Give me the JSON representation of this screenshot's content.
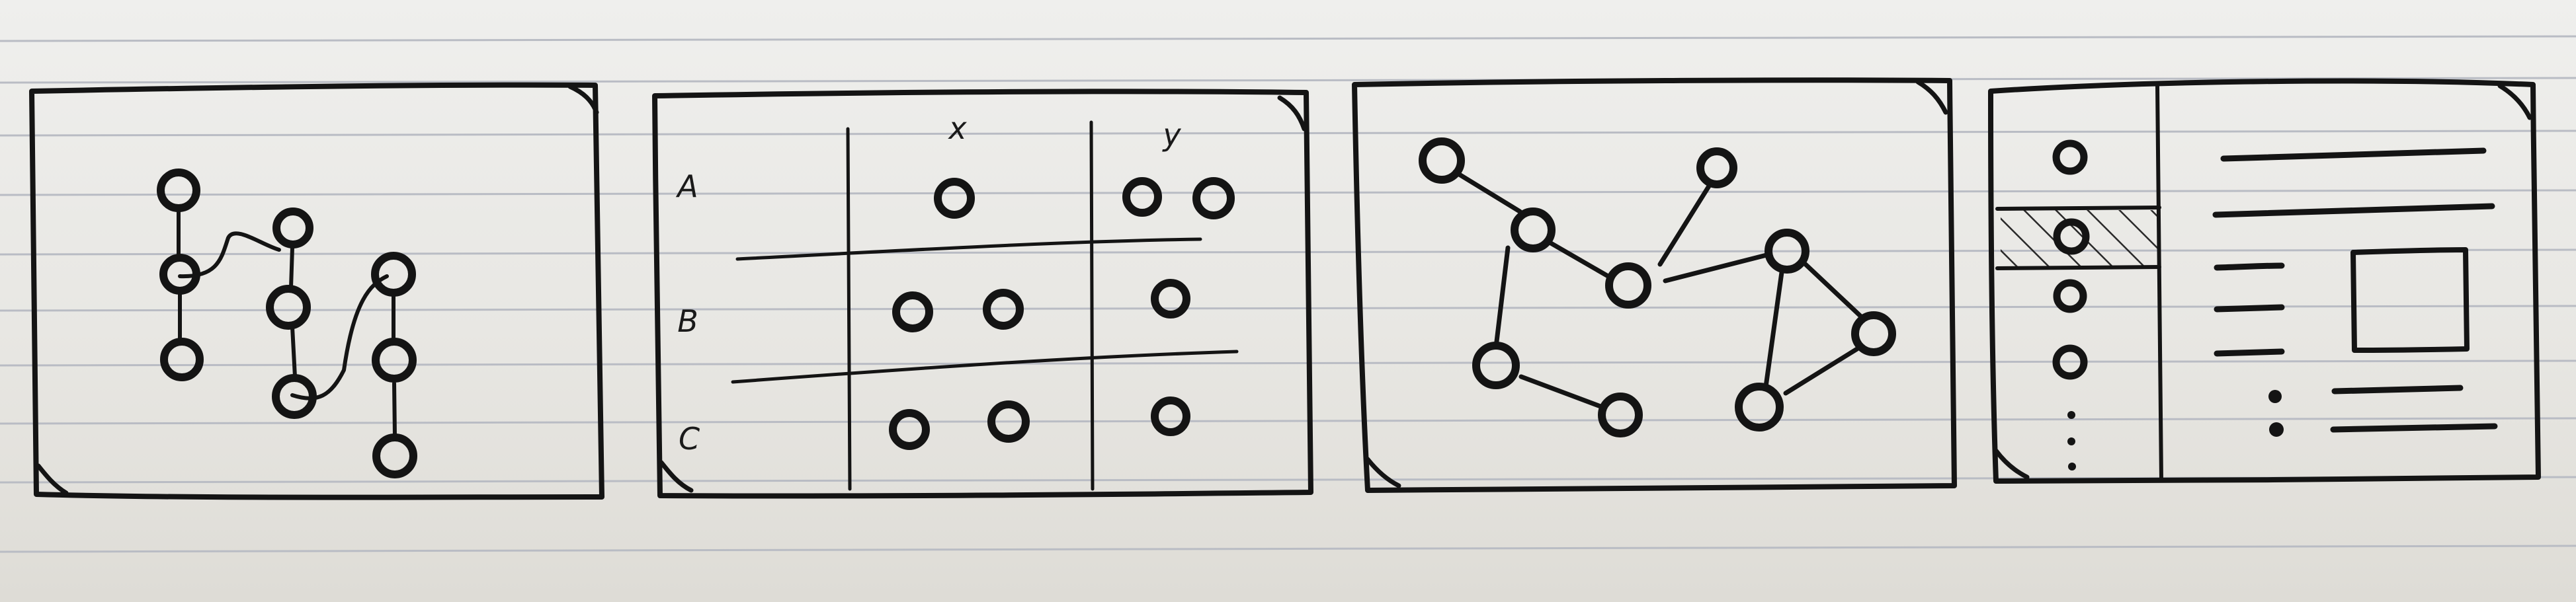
{
  "paper": {
    "ink_color": "#141414",
    "line_color": "#b9bcc4",
    "background": "#ecebe7"
  },
  "panel_1": {
    "kind": "linked-columns"
  },
  "panel_2": {
    "kind": "grid-table",
    "column_labels": [
      "x",
      "y"
    ],
    "row_labels": [
      "A",
      "B",
      "C"
    ]
  },
  "panel_3": {
    "kind": "node-link-graph"
  },
  "panel_4": {
    "kind": "list-detail",
    "list_more_icon": "vertical-ellipsis-icon",
    "hatched_row_pattern": "diagonal-hatch"
  }
}
